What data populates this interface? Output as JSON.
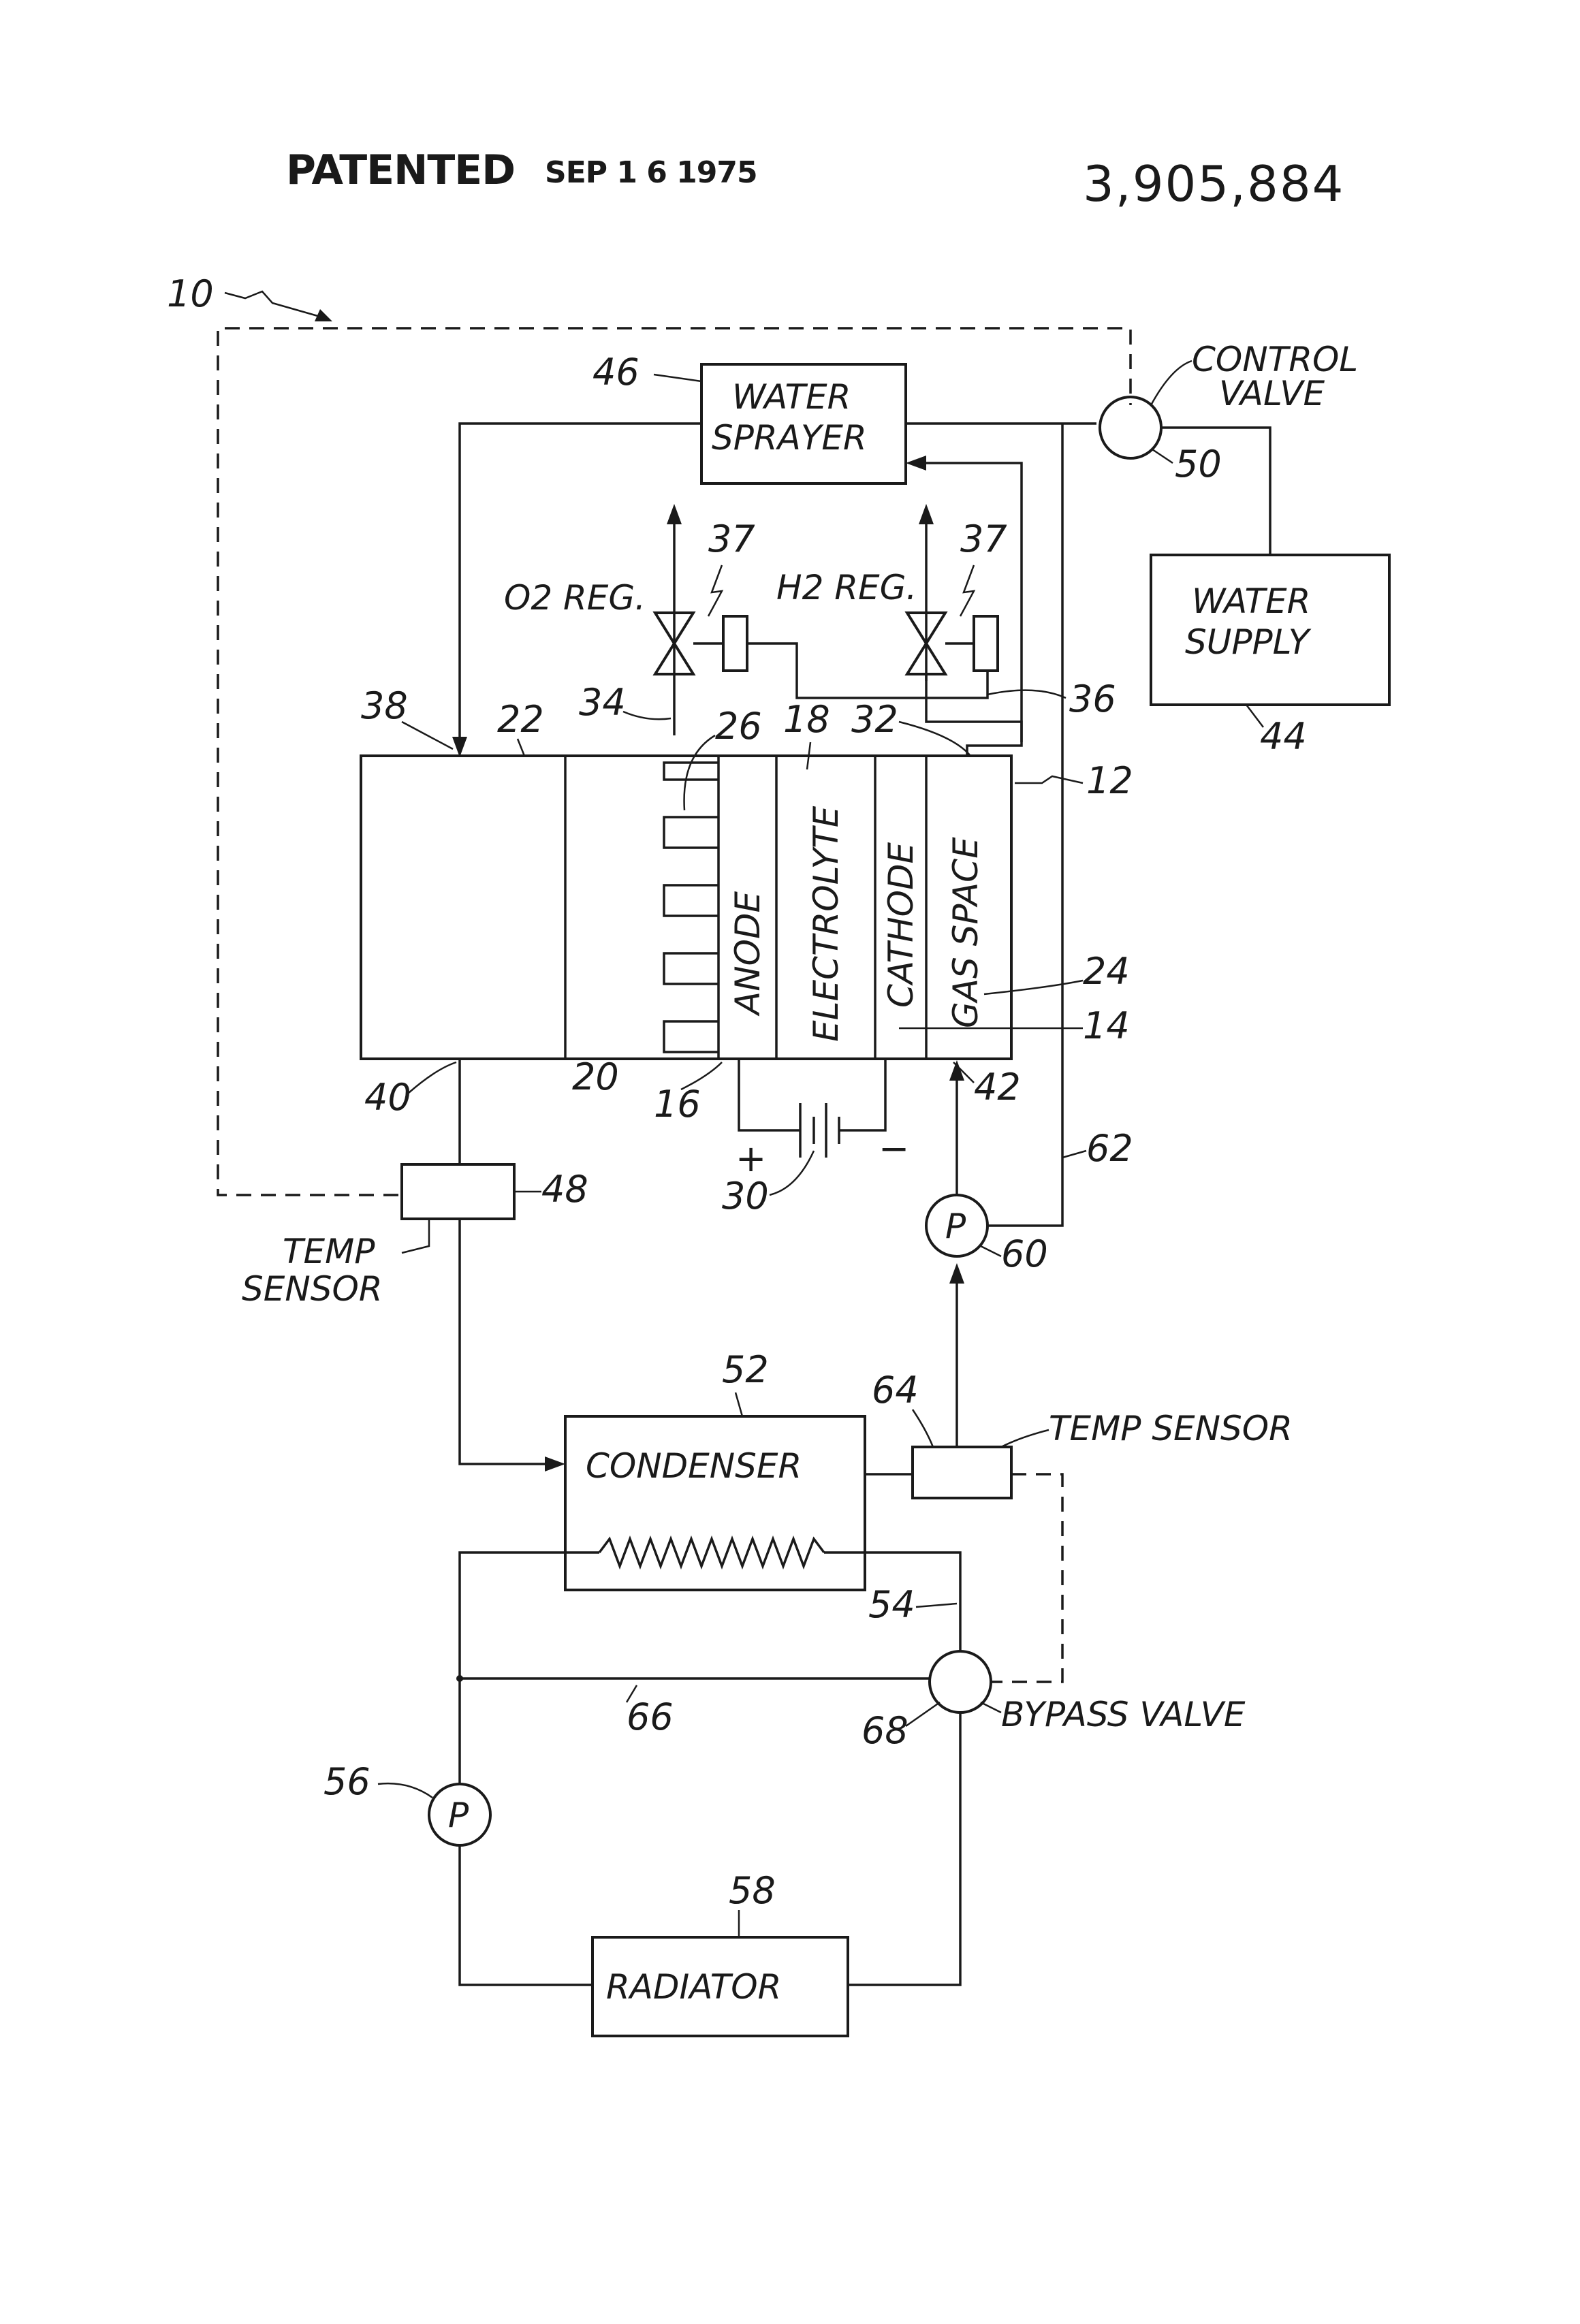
{
  "header": {
    "patented_label": "PATENTED",
    "patented_date": "SEP 1 6 1975",
    "patent_number": "3,905,884"
  },
  "labels": {
    "water_sprayer_line1": "WATER",
    "water_sprayer_line2": "SPRAYER",
    "control_valve_line1": "CONTROL",
    "control_valve_line2": "VALVE",
    "water_supply_line1": "WATER",
    "water_supply_line2": "SUPPLY",
    "o2_reg": "O2 REG.",
    "h2_reg": "H2 REG.",
    "anode": "ANODE",
    "electrolyte": "ELECTROLYTE",
    "cathode": "CATHODE",
    "gas_space": "GAS SPACE",
    "temp_sensor_line1": "TEMP",
    "temp_sensor_line2": "SENSOR",
    "temp_sensor_right": "TEMP SENSOR",
    "condenser": "CONDENSER",
    "bypass_valve": "BYPASS VALVE",
    "radiator": "RADIATOR",
    "pump_symbol": "P",
    "plus": "+",
    "minus": "−"
  },
  "reference_numerals": {
    "system": "10",
    "cell": "12",
    "n14": "14",
    "n16": "16",
    "n18": "18",
    "n20": "20",
    "n22": "22",
    "n24": "24",
    "n26": "26",
    "n30": "30",
    "n32": "32",
    "n34": "34",
    "n36": "36",
    "n37a": "37",
    "n37b": "37",
    "n38": "38",
    "n40": "40",
    "n42": "42",
    "n44": "44",
    "n46": "46",
    "n48": "48",
    "n50": "50",
    "n52": "52",
    "n54": "54",
    "n56": "56",
    "n58": "58",
    "n60": "60",
    "n62": "62",
    "n64": "64",
    "n66": "66",
    "n68": "68"
  }
}
